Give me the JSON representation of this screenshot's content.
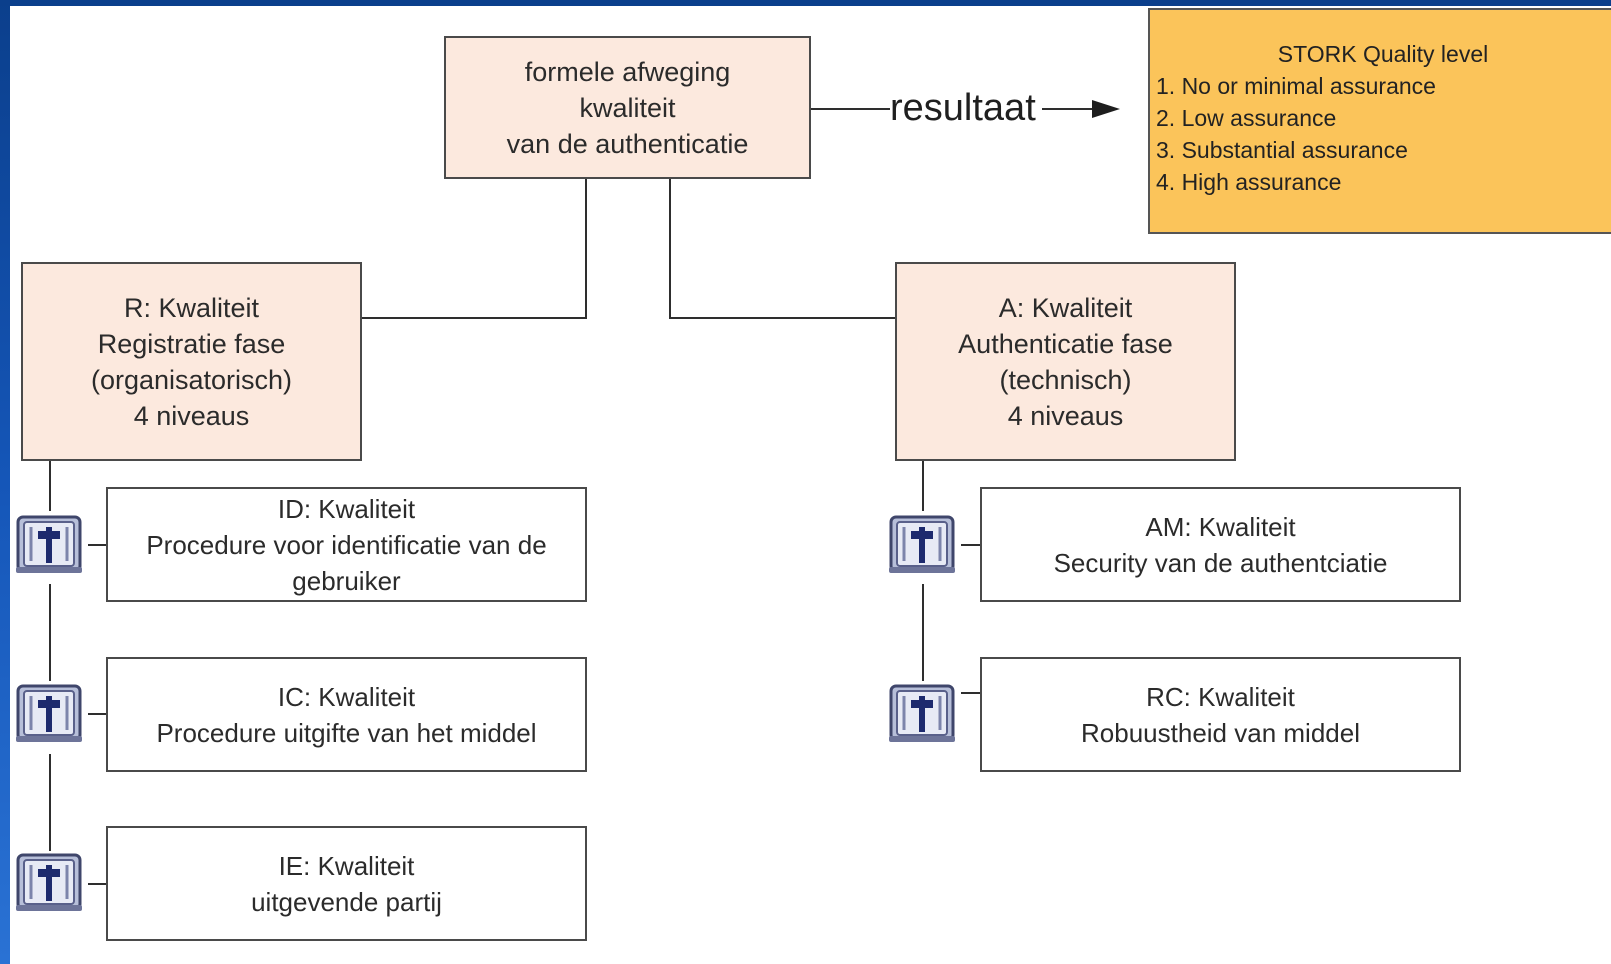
{
  "result_label": "resultaat",
  "top_node": {
    "lines": [
      "formele afweging",
      "kwaliteit",
      "van de authenticatie"
    ]
  },
  "stork": {
    "title": "STORK Quality level",
    "levels": [
      "1. No or minimal assurance",
      "2. Low assurance",
      "3. Substantial assurance",
      "4. High assurance"
    ]
  },
  "registration": {
    "lines": [
      "R: Kwaliteit",
      "Registratie fase",
      "(organisatorisch)",
      "4 niveaus"
    ],
    "children": [
      {
        "lines": [
          "ID: Kwaliteit",
          "Procedure voor identificatie van de",
          "gebruiker"
        ]
      },
      {
        "lines": [
          "IC: Kwaliteit",
          "Procedure uitgifte van het middel"
        ]
      },
      {
        "lines": [
          "IE: Kwaliteit",
          "uitgevende partij"
        ]
      }
    ]
  },
  "authentication": {
    "lines": [
      "A: Kwaliteit",
      "Authenticatie fase",
      "(technisch)",
      "4 niveaus"
    ],
    "children": [
      {
        "lines": [
          "AM: Kwaliteit",
          "Security van de authentciatie"
        ]
      },
      {
        "lines": [
          "RC: Kwaliteit",
          "Robuustheid van middel"
        ]
      }
    ]
  },
  "colors": {
    "main_box_fill": "#fce9de",
    "stork_fill": "#fbc45a",
    "border": "#4a4a4a",
    "frame_blue": "#1556b8"
  },
  "icon": "document-scroll-icon"
}
